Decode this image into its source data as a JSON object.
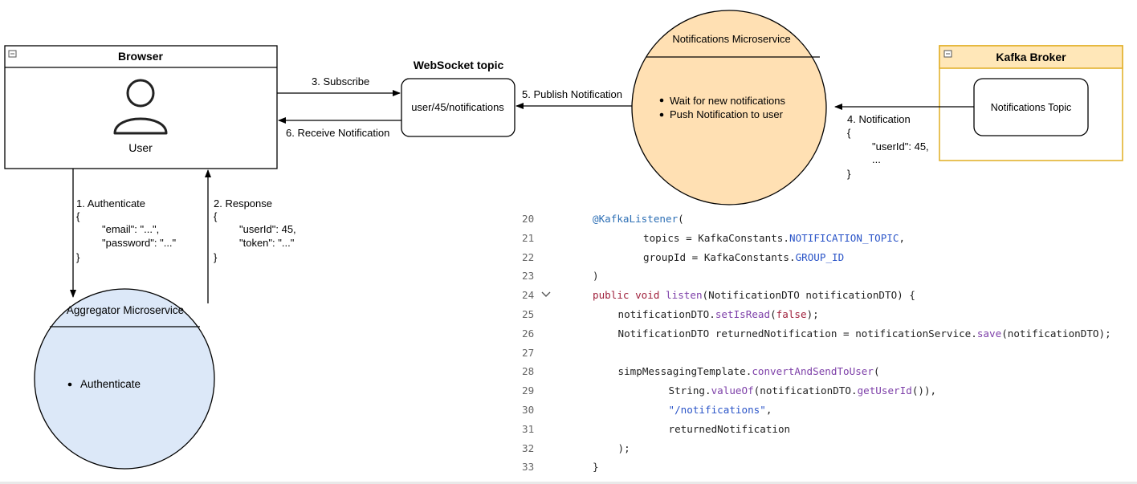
{
  "browser": {
    "title": "Browser",
    "user_label": "User",
    "collapse_icon": "minus-box-icon",
    "user_icon": "user-icon"
  },
  "websocket": {
    "title": "WebSocket topic",
    "topic": "user/45/notifications"
  },
  "notifications_ms": {
    "title": "Notifications Microservice",
    "bullets": [
      "Wait for new notifications",
      "Push Notification to user"
    ],
    "fill": "#ffe0b3",
    "stroke": "#000000"
  },
  "kafka": {
    "title": "Kafka Broker",
    "topic": "Notifications Topic",
    "fill": "#ffe7b8",
    "border": "#e3b22e"
  },
  "aggregator": {
    "title": "Aggregator Microservice",
    "bullets": [
      "Authenticate"
    ],
    "fill": "#dce8f8"
  },
  "arrows": {
    "subscribe": "3. Subscribe",
    "receive": "6. Receive Notification",
    "publish": "5. Publish Notification",
    "notification": {
      "label": "4. Notification",
      "lines": [
        "{",
        "\"userId\": 45,",
        "...",
        "}"
      ]
    },
    "authenticate": {
      "label": "1. Authenticate",
      "lines": [
        "{",
        "\"email\": \"...\",",
        "\"password\": \"...\"",
        "}"
      ]
    },
    "response": {
      "label": "2. Response",
      "lines": [
        "{",
        "\"userId\": 45,",
        "\"token\": \"...\"",
        "}"
      ]
    }
  },
  "code": {
    "lines": [
      {
        "n": "20",
        "indent": 0,
        "tokens": [
          {
            "t": "@KafkaListener",
            "c": "ann"
          },
          {
            "t": "(",
            "c": ""
          }
        ]
      },
      {
        "n": "21",
        "indent": 2,
        "tokens": [
          {
            "t": "topics = KafkaConstants.",
            "c": ""
          },
          {
            "t": "NOTIFICATION_TOPIC",
            "c": "const"
          },
          {
            "t": ",",
            "c": ""
          }
        ]
      },
      {
        "n": "22",
        "indent": 2,
        "tokens": [
          {
            "t": "groupId = KafkaConstants.",
            "c": ""
          },
          {
            "t": "GROUP_ID",
            "c": "const"
          }
        ]
      },
      {
        "n": "23",
        "indent": 0,
        "tokens": [
          {
            "t": ")",
            "c": ""
          }
        ]
      },
      {
        "n": "24",
        "indent": 0,
        "fold": true,
        "tokens": [
          {
            "t": "public",
            "c": "kw"
          },
          {
            "t": " ",
            "c": ""
          },
          {
            "t": "void",
            "c": "kw"
          },
          {
            "t": " ",
            "c": ""
          },
          {
            "t": "listen",
            "c": "fn"
          },
          {
            "t": "(NotificationDTO notificationDTO) {",
            "c": ""
          }
        ]
      },
      {
        "n": "25",
        "indent": 1,
        "tokens": [
          {
            "t": "notificationDTO.",
            "c": ""
          },
          {
            "t": "setIsRead",
            "c": "fn"
          },
          {
            "t": "(",
            "c": ""
          },
          {
            "t": "false",
            "c": "kw"
          },
          {
            "t": ");",
            "c": ""
          }
        ]
      },
      {
        "n": "26",
        "indent": 1,
        "tokens": [
          {
            "t": "NotificationDTO returnedNotification = notificationService.",
            "c": ""
          },
          {
            "t": "save",
            "c": "fn"
          },
          {
            "t": "(notificationDTO);",
            "c": ""
          }
        ]
      },
      {
        "n": "27",
        "indent": 0,
        "tokens": []
      },
      {
        "n": "28",
        "indent": 1,
        "tokens": [
          {
            "t": "simpMessagingTemplate.",
            "c": ""
          },
          {
            "t": "convertAndSendToUser",
            "c": "fn"
          },
          {
            "t": "(",
            "c": ""
          }
        ]
      },
      {
        "n": "29",
        "indent": 3,
        "tokens": [
          {
            "t": "String.",
            "c": ""
          },
          {
            "t": "valueOf",
            "c": "fn"
          },
          {
            "t": "(notificationDTO.",
            "c": ""
          },
          {
            "t": "getUserId",
            "c": "fn"
          },
          {
            "t": "()),",
            "c": ""
          }
        ]
      },
      {
        "n": "30",
        "indent": 3,
        "tokens": [
          {
            "t": "\"/notifications\"",
            "c": "str"
          },
          {
            "t": ",",
            "c": ""
          }
        ]
      },
      {
        "n": "31",
        "indent": 3,
        "tokens": [
          {
            "t": "returnedNotification",
            "c": ""
          }
        ]
      },
      {
        "n": "32",
        "indent": 1,
        "tokens": [
          {
            "t": ");",
            "c": ""
          }
        ]
      },
      {
        "n": "33",
        "indent": 0,
        "tokens": [
          {
            "t": "}",
            "c": ""
          }
        ]
      }
    ]
  }
}
